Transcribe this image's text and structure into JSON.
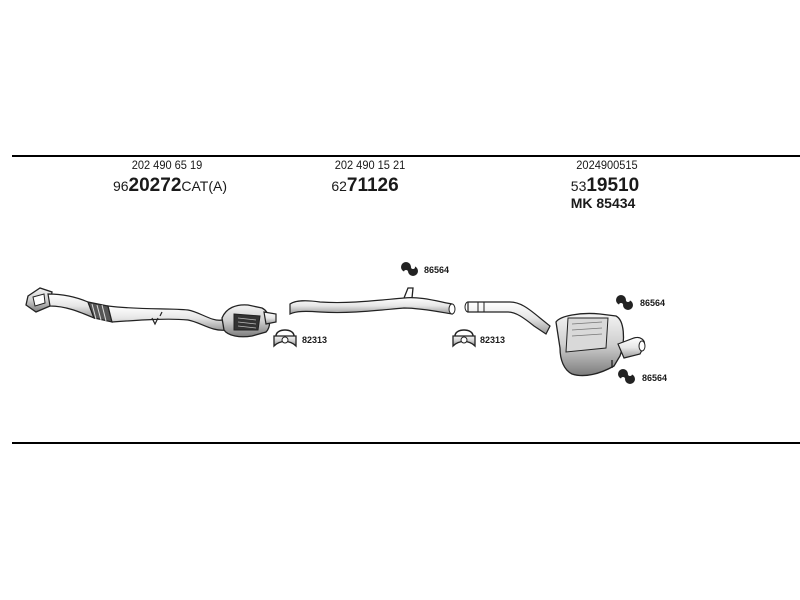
{
  "sections": [
    {
      "oe_number": "202 490 65 19",
      "part_prefix": "96",
      "part_main": "20272",
      "part_suffix": "CAT(A)",
      "extra": ""
    },
    {
      "oe_number": "202 490 15 21",
      "part_prefix": "62",
      "part_main": "71126",
      "part_suffix": "",
      "extra": ""
    },
    {
      "oe_number": "2024900515",
      "part_prefix": "53",
      "part_main": "19510",
      "part_suffix": "",
      "extra": "MK  85434"
    }
  ],
  "callouts": {
    "clamp_left": "82313",
    "clamp_right": "82313",
    "hanger_middle": "86564",
    "hanger_rear_top": "86564",
    "hanger_rear_bottom": "86564"
  }
}
